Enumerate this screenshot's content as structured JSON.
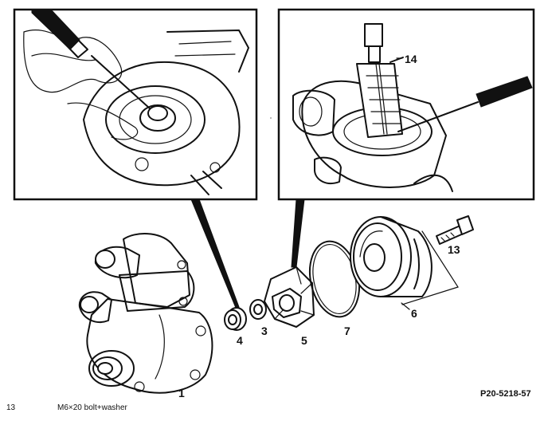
{
  "labels": {
    "part_1": "1",
    "part_3": "3",
    "part_4": "4",
    "part_5": "5",
    "part_6": "6",
    "part_7": "7",
    "part_13": "13",
    "tool_14": "14"
  },
  "figure_ref": "P20-5218-57",
  "footnote": {
    "number": "13",
    "text": "M6×20 bolt+washer"
  }
}
